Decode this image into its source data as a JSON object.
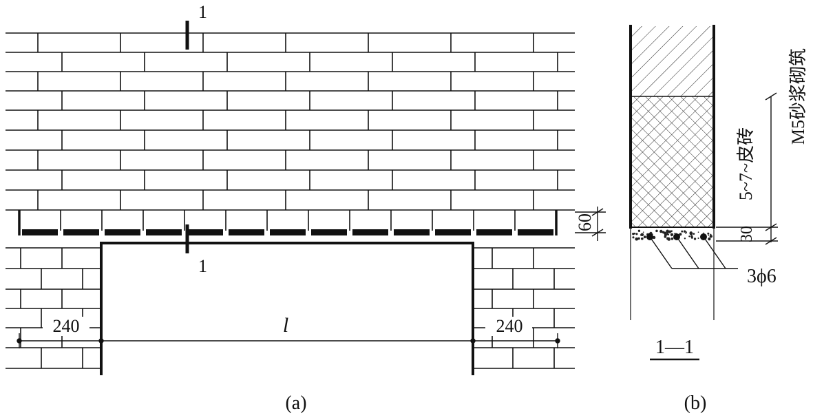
{
  "figure_a": {
    "section_mark_top": "1",
    "section_mark_bottom": "1",
    "dim_left": "240",
    "dim_span": "l",
    "dim_right": "240",
    "dim_height": "60",
    "caption": "(a)"
  },
  "figure_b": {
    "mortar_label": "M5砂浆砌筑",
    "brick_courses_label": "5~7~皮砖",
    "mortar_bed_dim": "30",
    "rebar_label": "3ϕ6",
    "section_title": "1—1",
    "caption": "(b)"
  },
  "colors": {
    "line": "#111111",
    "background": "#ffffff"
  }
}
